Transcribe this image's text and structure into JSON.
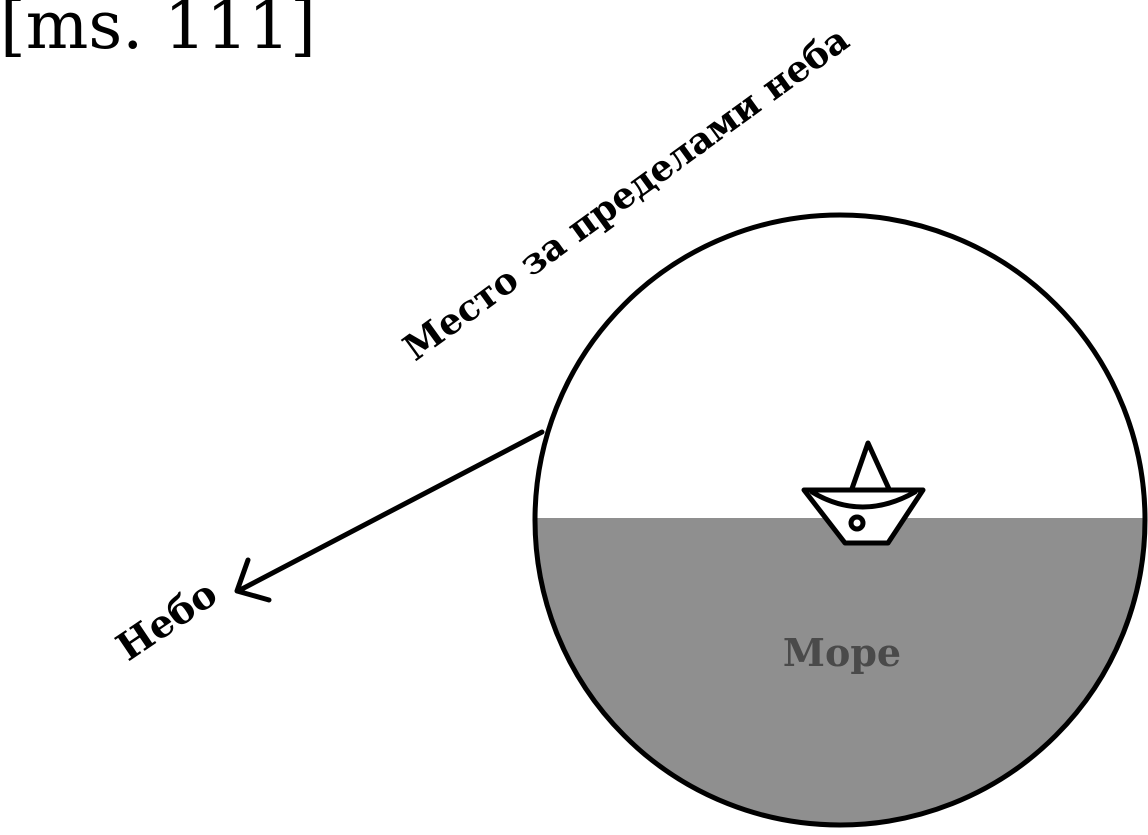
{
  "page_ref": "[ms. 111]",
  "labels": {
    "outside_sky": "Место за пределами неба",
    "sky": "Небо",
    "sea": "Море"
  },
  "colors": {
    "sea": "#8f8f8f",
    "sea_label": "#4a4a4a",
    "outline": "#000000",
    "background": "#ffffff"
  },
  "icons": {
    "boat": "paper-boat-icon"
  }
}
